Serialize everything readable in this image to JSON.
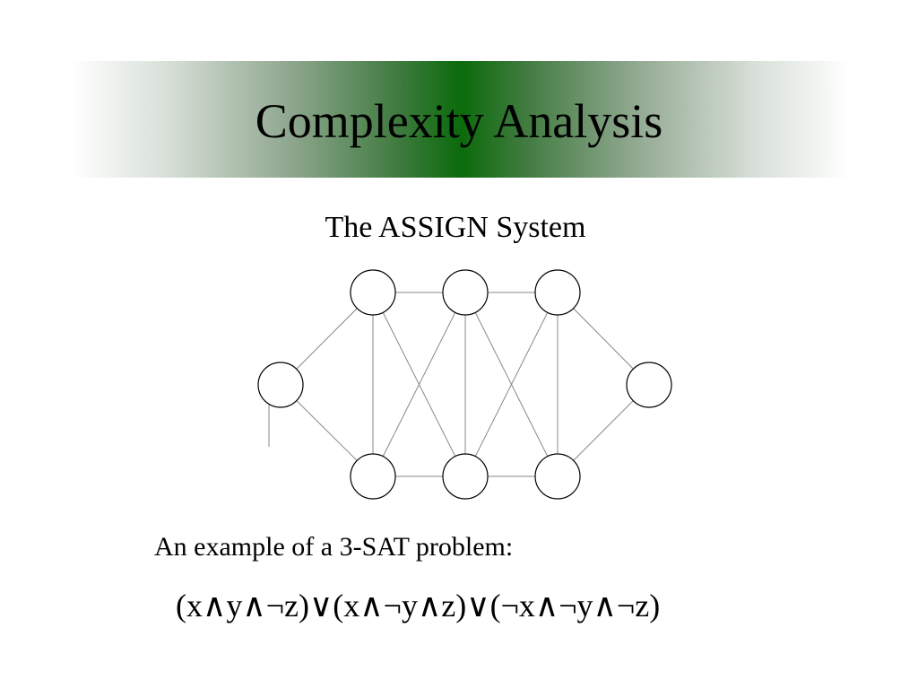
{
  "slide": {
    "title": "Complexity Analysis",
    "subtitle": "The ASSIGN System",
    "caption": "An example of a 3-SAT problem:",
    "formula": "(x∧y∧¬z)∨(x∧¬y∧z)∨(¬x∧¬y∧¬z)"
  },
  "colors": {
    "banner_accent": "#0b6b0b",
    "edge": "#888888",
    "node_stroke": "#000000"
  },
  "graph": {
    "nodes": [
      {
        "id": "left"
      },
      {
        "id": "top-1"
      },
      {
        "id": "top-2"
      },
      {
        "id": "top-3"
      },
      {
        "id": "bottom-1"
      },
      {
        "id": "bottom-2"
      },
      {
        "id": "bottom-3"
      },
      {
        "id": "right"
      }
    ],
    "edges": [
      [
        "left",
        "top-1"
      ],
      [
        "left",
        "bottom-1"
      ],
      [
        "top-1",
        "top-2"
      ],
      [
        "top-2",
        "top-3"
      ],
      [
        "bottom-1",
        "bottom-2"
      ],
      [
        "bottom-2",
        "bottom-3"
      ],
      [
        "top-1",
        "bottom-1"
      ],
      [
        "top-2",
        "bottom-2"
      ],
      [
        "top-3",
        "bottom-3"
      ],
      [
        "top-1",
        "bottom-2"
      ],
      [
        "top-2",
        "bottom-1"
      ],
      [
        "top-2",
        "bottom-3"
      ],
      [
        "top-3",
        "bottom-2"
      ],
      [
        "top-3",
        "right"
      ],
      [
        "bottom-3",
        "right"
      ]
    ]
  }
}
